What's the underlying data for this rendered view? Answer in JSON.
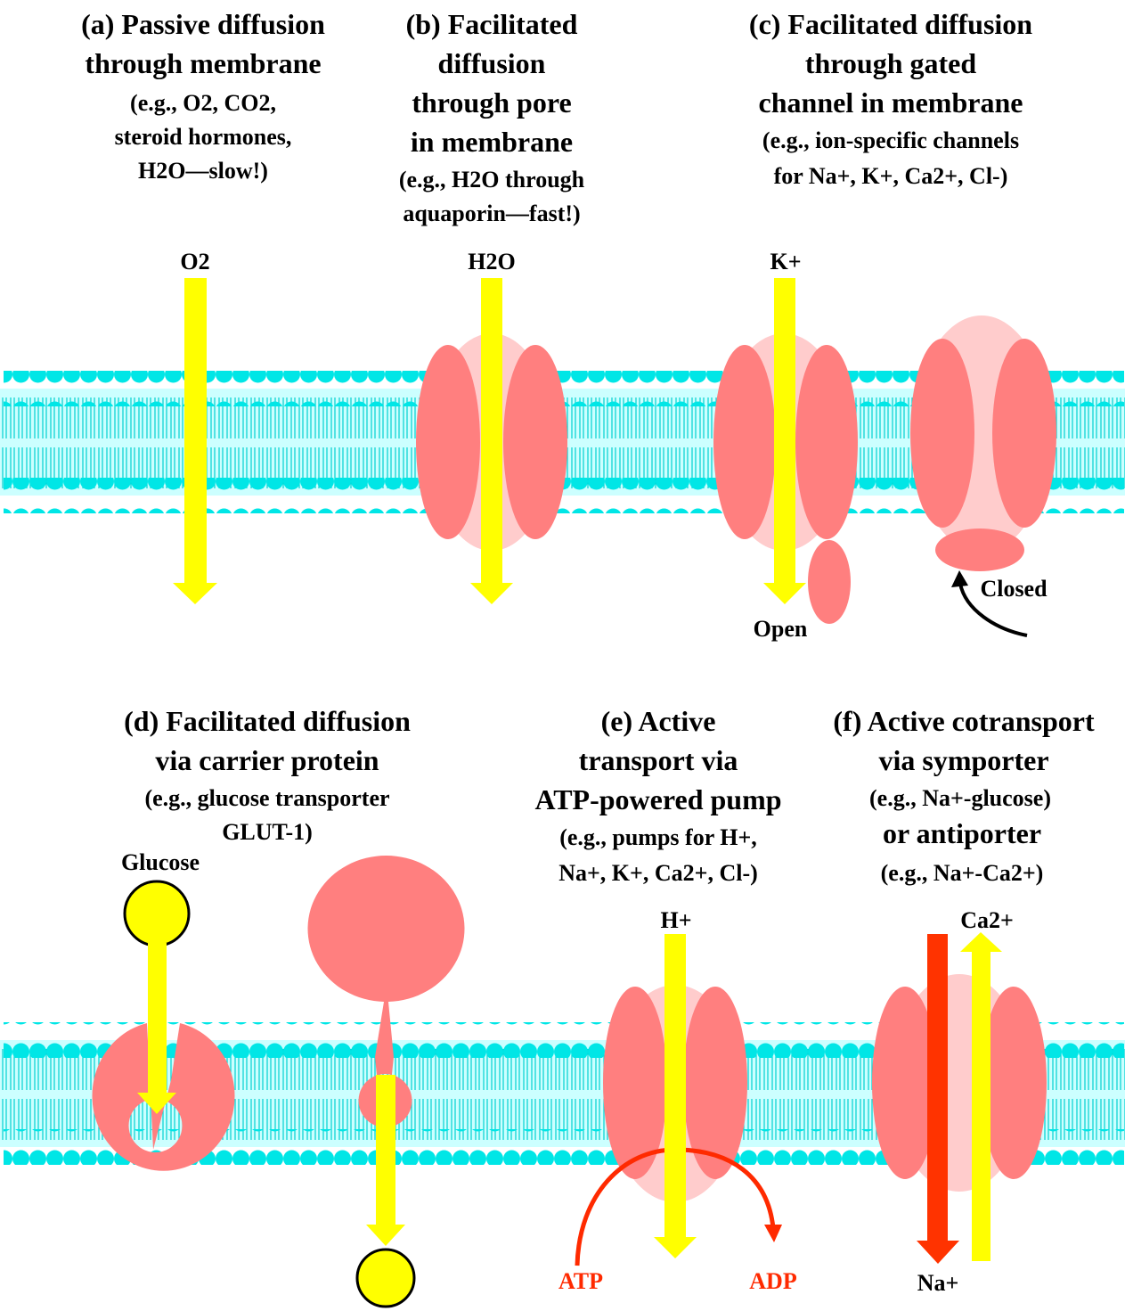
{
  "colors": {
    "membrane_head": "#00e6e6",
    "membrane_core": "#ccffff",
    "protein": "#ff7f7f",
    "protein_light": "#ffcccc",
    "arrow": "#ffff00",
    "red_arrow": "#ff3300",
    "label_red": "#ff2a00"
  },
  "panels": {
    "a": {
      "title": [
        "(a) Passive diffusion",
        "through membrane"
      ],
      "example_line1": "(e.g., O2, CO2,",
      "example_line2": "steroid hormones,",
      "example_line3": "H2O—slow!)",
      "molecule": "O2"
    },
    "b": {
      "title": [
        "(b) Facilitated",
        "diffusion",
        "through pore",
        "in membrane"
      ],
      "example_line1": "(e.g., H2O through",
      "example_line2": "aquaporin—fast!)",
      "molecule": "H2O"
    },
    "c": {
      "title": [
        "(c) Facilitated diffusion",
        "through gated",
        "channel in membrane"
      ],
      "example_line1": "(e.g., ion-specific channels",
      "example_line2": "for Na+, K+, Ca2+, Cl-)",
      "molecule": "K+",
      "open_label": "Open",
      "closed_label": "Closed"
    },
    "d": {
      "title": [
        "(d) Facilitated diffusion",
        "via carrier protein"
      ],
      "example_line1": "(e.g., glucose transporter",
      "example_line2": "GLUT-1)",
      "molecule": "Glucose"
    },
    "e": {
      "title": [
        "(e) Active",
        "transport via",
        "ATP-powered pump"
      ],
      "example_line1": "(e.g., pumps for H+,",
      "example_line2": "Na+, K+, Ca2+, Cl-)",
      "molecule": "H+",
      "atp": "ATP",
      "adp": "ADP"
    },
    "f": {
      "title": [
        "(f) Active cotransport",
        "via symporter"
      ],
      "example_line1": "(e.g., Na+-glucose)",
      "title2": "or antiporter",
      "example_line2": "(e.g., Na+-Ca2+)",
      "molecule_up": "Ca2+",
      "molecule_down": "Na+"
    }
  }
}
